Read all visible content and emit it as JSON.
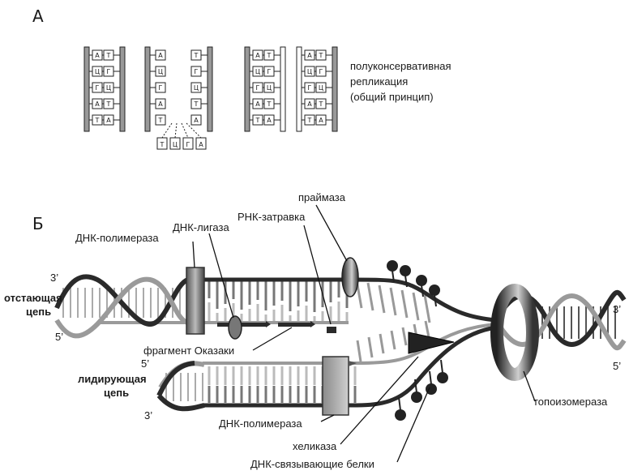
{
  "panel_a": {
    "label": "А",
    "caption_lines": [
      "полуконсервативная",
      "репликация",
      "(общий принцип)"
    ],
    "pairs": [
      [
        "А",
        "Т"
      ],
      [
        "Ц",
        "Г"
      ],
      [
        "Г",
        "Ц"
      ],
      [
        "А",
        "Т"
      ],
      [
        "Т",
        "А"
      ]
    ],
    "free_nucleotides": [
      "Т",
      "Ц",
      "Г",
      "А"
    ]
  },
  "panel_b": {
    "label": "Б",
    "labels": {
      "dna_polymerase_top": "ДНК-полимераза",
      "dna_ligase": "ДНК-лигаза",
      "rna_primer": "РНК-затравка",
      "primase": "праймаза",
      "lagging_strand": [
        "отстающая",
        "цепь"
      ],
      "leading_strand": [
        "лидирующая",
        "цепь"
      ],
      "okazaki_fragment": "фрагмент Оказаки",
      "dna_polymerase_bottom": "ДНК-полимераза",
      "helicase": "хеликаза",
      "ssb": "ДНК-связывающие белки",
      "topoisomerase": "топоизомераза"
    },
    "ends": {
      "top_left": "3’",
      "mid_left_top": "5’",
      "mid_left_bottom": "5’",
      "bottom_left": "3’",
      "right_top": "3’",
      "right_bottom": "5’"
    }
  },
  "colors": {
    "backbone": "#7a7a7a",
    "dark": "#1e1e1e",
    "light": "#d8d8d8"
  }
}
